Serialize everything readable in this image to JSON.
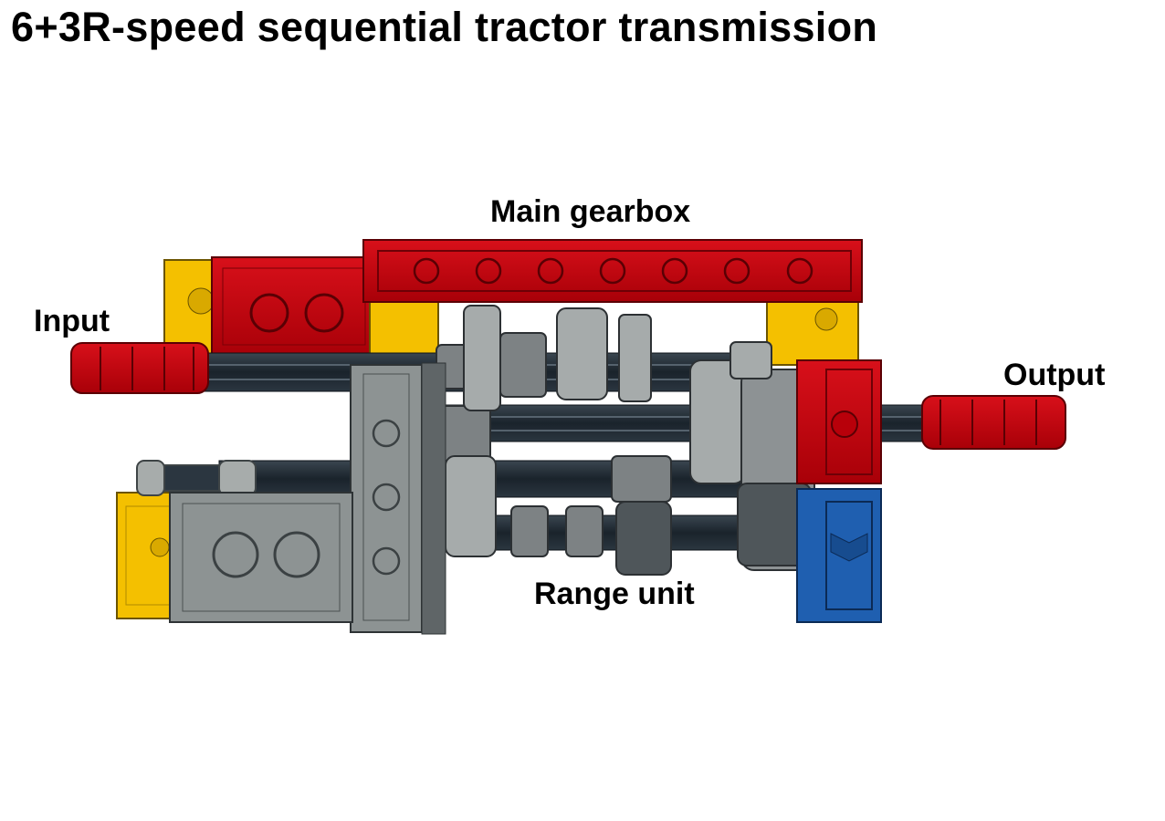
{
  "title": "6+3R-speed sequential tractor transmission",
  "labels": {
    "main_gearbox": "Main gearbox",
    "input": "Input",
    "output": "Output",
    "range_unit": "Range unit"
  },
  "colors": {
    "red": "#c8000a",
    "yellow": "#f4c000",
    "blue": "#1f5fb0",
    "light_gray": "#9aa0a0",
    "dark_gray": "#5a5e60",
    "axle": "#1f2a33"
  },
  "icons": [
    "gear-icon",
    "axle",
    "beam-icon",
    "connector-icon"
  ]
}
